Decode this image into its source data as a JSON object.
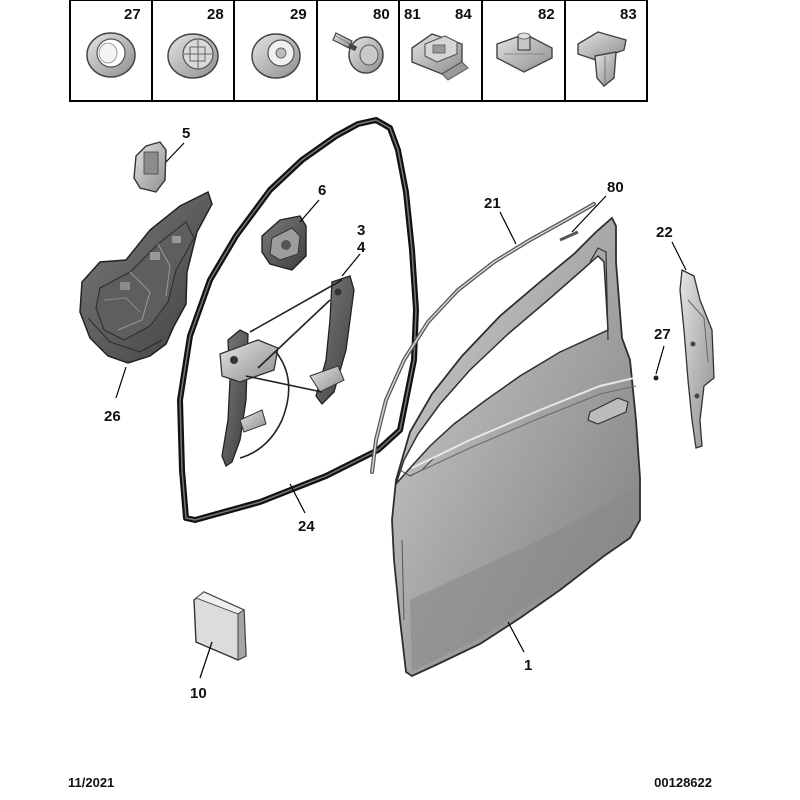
{
  "parts_strip": [
    {
      "labels": [
        "27"
      ],
      "icon": "grommet-icon"
    },
    {
      "labels": [
        "28"
      ],
      "icon": "cap-plug-icon"
    },
    {
      "labels": [
        "29"
      ],
      "icon": "cap-plug-icon"
    },
    {
      "labels": [
        "80"
      ],
      "icon": "screw-icon"
    },
    {
      "labels": [
        "81",
        "84"
      ],
      "icon": "bracket-clip-icon"
    },
    {
      "labels": [
        "82"
      ],
      "icon": "nut-clip-icon"
    },
    {
      "labels": [
        "83"
      ],
      "icon": "push-clip-icon"
    }
  ],
  "callouts": {
    "c5": "5",
    "c6": "6",
    "c3": "3",
    "c4": "4",
    "c26": "26",
    "c24": "24",
    "c21": "21",
    "c80": "80",
    "c22": "22",
    "c27": "27",
    "c10": "10",
    "c1": "1"
  },
  "footer": {
    "date_code": "11/2021",
    "reference": "00128622"
  }
}
